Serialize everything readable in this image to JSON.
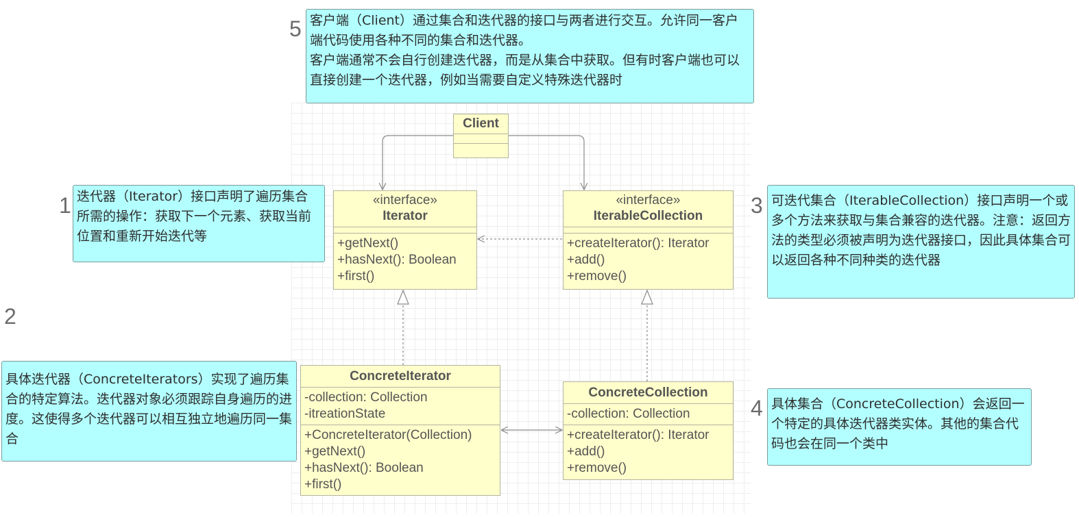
{
  "notes": {
    "n1": {
      "number": "1",
      "text": "迭代器（Iterator）接口声明了遍历集合所需的操作：获取下一个元素、获取当前位置和重新开始迭代等"
    },
    "n2": {
      "number": "2",
      "text": "具体迭代器（ConcreteIterators）实现了遍历集合的特定算法。迭代器对象必须跟踪自身遍历的进度。这使得多个迭代器可以相互独立地遍历同一集合"
    },
    "n3": {
      "number": "3",
      "text": "可迭代集合（IterableCollection）接口声明一个或多个方法来获取与集合兼容的迭代器。注意：返回方法的类型必须被声明为迭代器接口，因此具体集合可以返回各种不同种类的迭代器"
    },
    "n4": {
      "number": "4",
      "text": "具体集合（ConcreteCollection）会返回一个特定的具体迭代器类实体。其他的集合代码也会在同一个类中"
    },
    "n5": {
      "number": "5",
      "line1": "客户端（Client）通过集合和迭代器的接口与两者进行交互。允许同一客户端代码使用各种不同的集合和迭代器。",
      "line2": "客户端通常不会自行创建迭代器，而是从集合中获取。但有时客户端也可以直接创建一个迭代器，例如当需要自定义特殊迭代器时"
    }
  },
  "classes": {
    "client": {
      "name": "Client"
    },
    "iterator": {
      "stereotype": "«interface»",
      "name": "Iterator",
      "ops": [
        "+getNext()",
        "+hasNext(): Boolean",
        "+first()"
      ]
    },
    "iterable": {
      "stereotype": "«interface»",
      "name": "IterableCollection",
      "ops": [
        "+createIterator(): Iterator",
        "+add()",
        "+remove()"
      ]
    },
    "concrete_iterator": {
      "name": "ConcreteIterator",
      "attrs": [
        "-collection: Collection",
        "-itreationState"
      ],
      "ops": [
        "+ConcreteIterator(Collection)",
        "+getNext()",
        "+hasNext(): Boolean",
        "+first()"
      ]
    },
    "concrete_collection": {
      "name": "ConcreteCollection",
      "attrs": [
        "-collection: Collection"
      ],
      "ops": [
        "+createIterator(): Iterator",
        "+add()",
        "+remove()"
      ]
    }
  },
  "colors": {
    "note_fill": "#b3ffff",
    "class_fill": "#ffffcc",
    "line": "#8a8a8a"
  }
}
